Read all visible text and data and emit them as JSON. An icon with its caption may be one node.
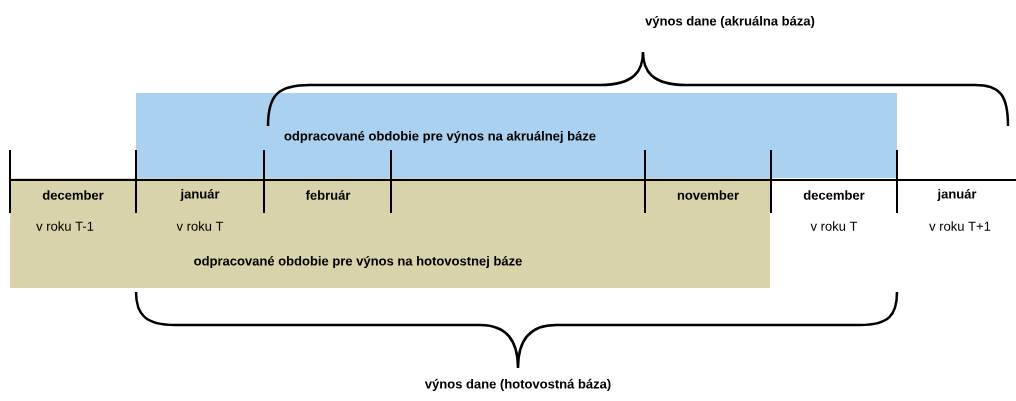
{
  "diagram": {
    "nodes": [
      {
        "text": [
          "odpracované obdobie pre výnos na akruálnej báze"
        ]
      },
      {
        "text": [
          "odpracované obdobie pre výnos na hotovostnej báze"
        ]
      }
    ],
    "labels": [
      "výnos dane (akruálna báza)",
      "december",
      "január",
      "február",
      "november",
      "december",
      "január",
      "v roku T-1",
      "v roku T",
      "v roku T",
      "v roku T+1",
      "výnos dane (hotovostná báza)"
    ]
  }
}
